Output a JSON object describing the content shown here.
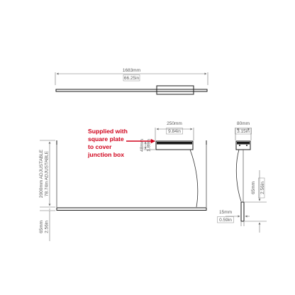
{
  "top_view": {
    "length_mm": "1683mm",
    "length_in": "66.25in"
  },
  "canopy": {
    "width_mm": "250mm",
    "width_in": "9.84in",
    "height_mm": "48mm",
    "height_in": "1.89in"
  },
  "note": {
    "lines": [
      "Supplied with",
      "square plate",
      "to cover",
      "junction box"
    ],
    "color": "#d0021b"
  },
  "suspension": {
    "drop_mm": "2000mm",
    "drop_in": "78.74in",
    "adjustable": "ADJUSTABLE"
  },
  "bar_height": {
    "mm": "65mm",
    "in": "2.56in"
  },
  "side_view": {
    "canopy_depth_mm": "80mm",
    "canopy_depth_in": "3.15in",
    "bar_height_mm": "65mm",
    "bar_height_in": "2.56in",
    "bar_depth_mm": "15mm",
    "bar_depth_in": "0.59in"
  }
}
